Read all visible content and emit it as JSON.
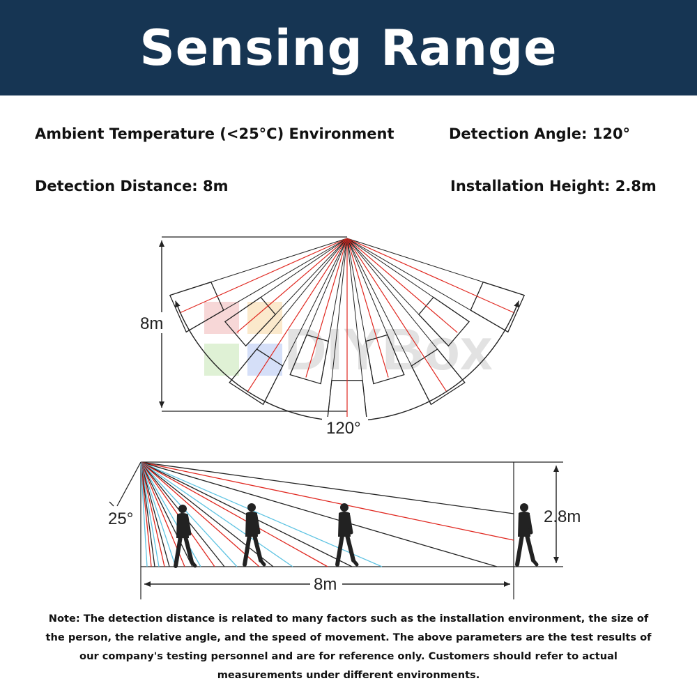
{
  "title": "Sensing Range",
  "specs": {
    "ambient": "Ambient Temperature (<25°C) Environment",
    "angle": "Detection Angle: 120°",
    "distance": "Detection Distance: 8m",
    "height": "Installation Height: 2.8m"
  },
  "top_diagram": {
    "range_label": "8m",
    "angle_label": "120°",
    "watermark": "DIYBox"
  },
  "side_diagram": {
    "tilt_label": "25°",
    "height_label": "2.8m",
    "distance_label": "8m"
  },
  "note": "Note: The detection distance is related to many factors such as the installation environment, the size of the person, the relative angle, and the speed of movement. The above parameters are the test results of our company's testing personnel and are for reference only. Customers should refer to actual measurements under different environments.",
  "colors": {
    "header": "#163553",
    "beam_red": "#e0271f",
    "beam_blue": "#5ec3e2"
  }
}
